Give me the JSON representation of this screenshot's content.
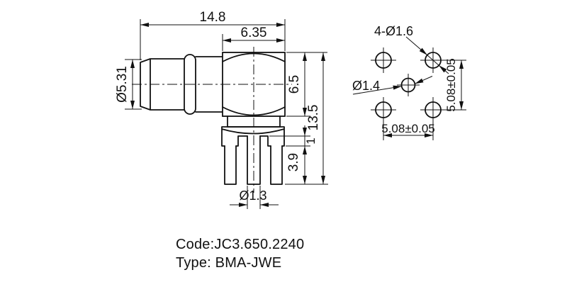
{
  "drawing": {
    "side_view": {
      "dims": {
        "overall_width": "14.8",
        "interface_width": "6.35",
        "barrel_diameter": "Ø5.31",
        "body_height": "6.5",
        "overall_height": "13.5",
        "flange_step": "1",
        "pin_length": "3.9",
        "pin_diameter": "Ø1.3"
      }
    },
    "footprint_view": {
      "corner_holes_label": "4-Ø1.6",
      "center_hole_label": "Ø1.4",
      "vertical_pitch": "5.08±0.05",
      "horizontal_pitch": "5.08±0.05"
    },
    "footer": {
      "code_line": "Code:JC3.650.2240",
      "type_line": "Type: BMA-JWE"
    }
  }
}
